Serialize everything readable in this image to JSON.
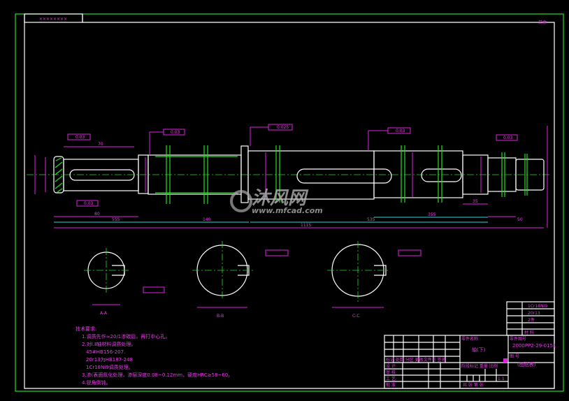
{
  "drawing": {
    "top_left_label": "××××××××",
    "top_right_note": "其余",
    "dimensions": {
      "total_length": "1115",
      "left_section": "555",
      "middle_section": "140",
      "right_section": "535",
      "keyway_right": "355",
      "left_keyway": "80",
      "left_keyway_length": "70",
      "right_small": "50",
      "right_step": "35"
    },
    "tolerance_frames": [
      "0.03",
      "0.03",
      "0.03",
      "0.025",
      "0.03",
      "0.03"
    ],
    "section_labels": [
      "A-A",
      "B-B",
      "C-C"
    ],
    "watermark": {
      "brand": "沐风网",
      "url": "www.mfcad.com"
    },
    "tech_requirements": {
      "heading": "技术要求:",
      "items": [
        "1.调质先作≈20/1渗碳后，再打中心孔。",
        "2.对Ⅰ.Ⅱ轴材料调质处理。",
        "45#HB156-207.",
        "20r13为HB187-248",
        "1Cr18Ni9调质处理。",
        "3.渗(表面氮化处理，渗层深度0.08~0.12mm，硬度HRC≥58~60。",
        "4.锐角倒钝。"
      ]
    },
    "title_block": {
      "material_rows": [
        "1Cr18Ni9",
        "20r13",
        "2件"
      ],
      "material_header": "材 料",
      "part_name_label": "零件名称",
      "part_name": "轴(下)",
      "drawing_no_label": "零件图号",
      "drawing_no": "2000PP2-29-0151",
      "type_label": "图 号",
      "company": "(图纸表)",
      "left_labels": [
        "设 计",
        "审 核",
        "工 艺",
        "批 准"
      ],
      "change_row": "标记 处数 分区 更改文件号 签名",
      "stage_row": "阶段标记 重量 比例",
      "scale": "1:1",
      "sheet_row": "共  张  第  张"
    }
  }
}
